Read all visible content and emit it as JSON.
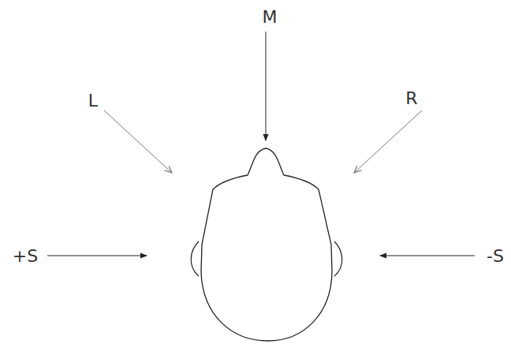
{
  "diagram": {
    "labels": [
      "M",
      "L",
      "R",
      "+S",
      "-S"
    ]
  }
}
